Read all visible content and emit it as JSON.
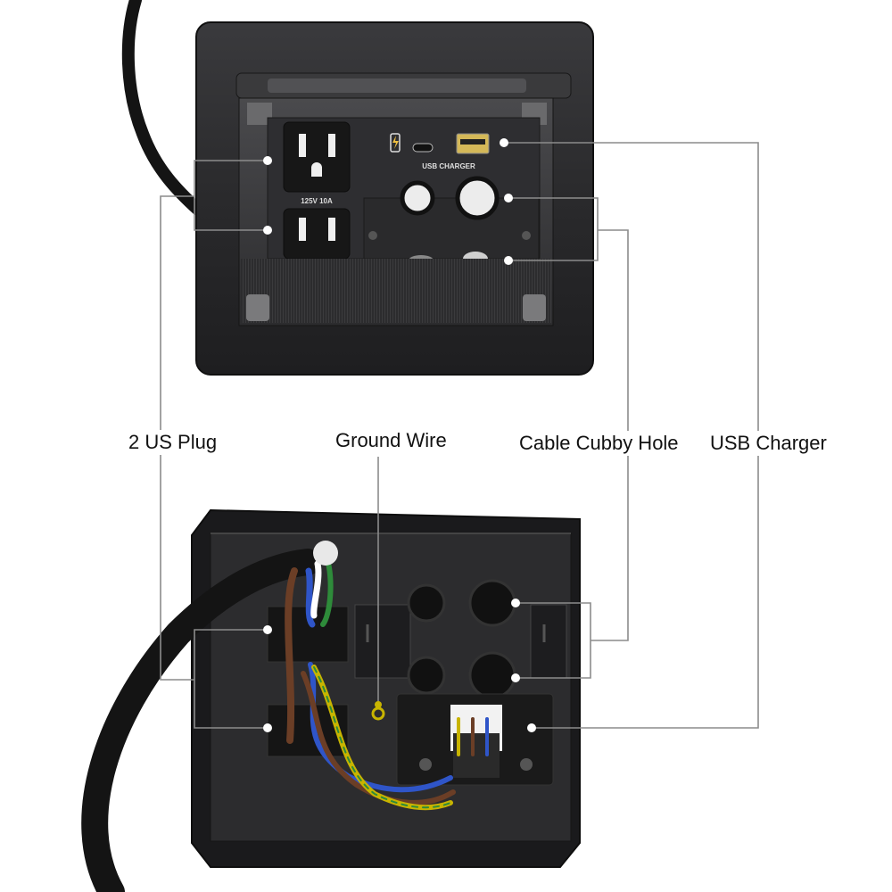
{
  "labels": {
    "plug": "2 US Plug",
    "ground": "Ground Wire",
    "cubby": "Cable Cubby Hole",
    "usb": "USB Charger"
  },
  "panel_text": {
    "usb_charger": "USB CHARGER",
    "rating": "125V  10A"
  },
  "colors": {
    "housing": "#1c1c1e",
    "faceplate": "#2b2b2e",
    "leader_line": "#8c8c8c",
    "wire_brown": "#6b3e26",
    "wire_blue": "#2f55c8",
    "wire_ground": "#c8b400",
    "wire_ground_stripe": "#2e8b3a"
  }
}
